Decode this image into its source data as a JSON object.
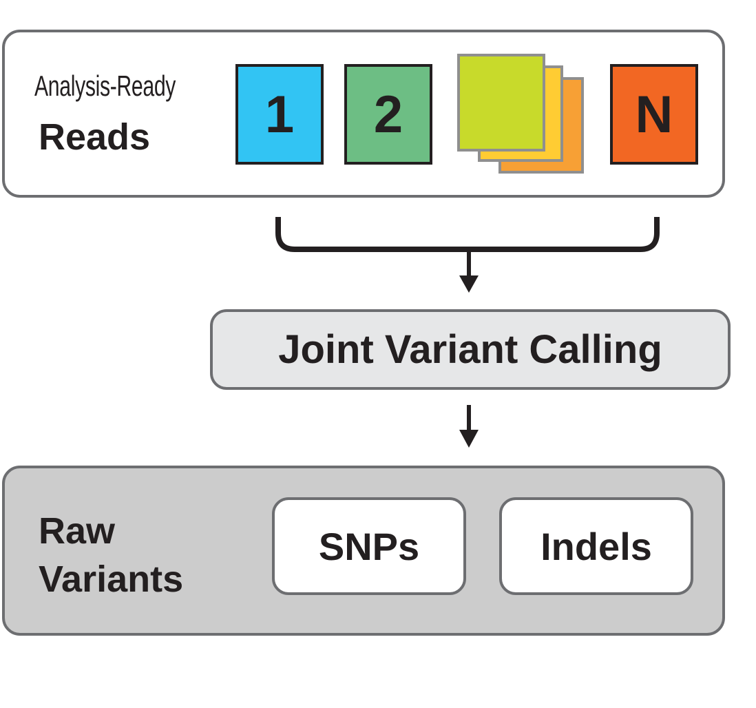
{
  "input": {
    "label_line1": "Analysis-Ready",
    "label_line2": "Reads",
    "samples": [
      {
        "label": "1",
        "color": "#32c4f3"
      },
      {
        "label": "2",
        "color": "#6dbe84"
      },
      {
        "label": "",
        "stack_colors": [
          "#f7a035",
          "#ffcc33",
          "#c8da2b"
        ]
      },
      {
        "label": "N",
        "color": "#f26723"
      }
    ]
  },
  "process": {
    "label": "Joint Variant Calling"
  },
  "output": {
    "label_line1": "Raw",
    "label_line2": "Variants",
    "types": [
      {
        "label": "SNPs"
      },
      {
        "label": "Indels"
      }
    ]
  },
  "colors": {
    "panel_border": "#6d6e71",
    "process_fill": "#e6e7e8",
    "output_fill": "#cccccc",
    "text": "#231f20"
  }
}
